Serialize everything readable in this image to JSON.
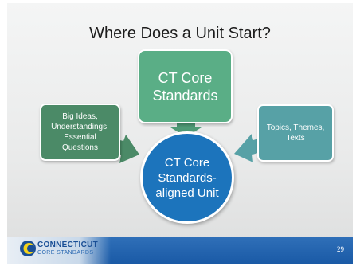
{
  "slide": {
    "title": "Where Does a Unit Start?",
    "top_box": "CT Core\nStandards",
    "left_box": "Big Ideas,\nUnderstandings,\nEssential\nQuestions",
    "right_box": "Topics, Themes,\nTexts",
    "center": "CT Core\nStandards-\naligned Unit"
  },
  "footer": {
    "logo_line1": "CONNECTICUT",
    "logo_line2": "CORE STANDARDS",
    "page_number": "29"
  },
  "colors": {
    "top_box": "#5aae86",
    "left_box": "#4b8a67",
    "right_box": "#57a1a6",
    "center": "#1c74bc",
    "footer": "#1a5aa6"
  }
}
